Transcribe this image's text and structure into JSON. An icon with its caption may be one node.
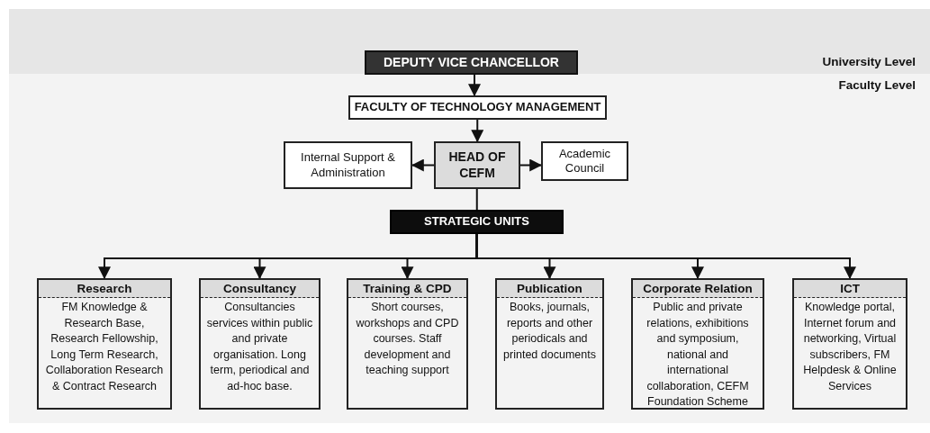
{
  "diagram": {
    "nodes": [
      {
        "text": [
          "DEPUTY VICE CHANCELLOR"
        ]
      },
      {
        "text": [
          "FACULTY OF TECHNOLOGY MANAGEMENT"
        ]
      },
      {
        "text": [
          "Internal Support & Administration"
        ]
      },
      {
        "text": [
          "HEAD OF CEFM"
        ]
      },
      {
        "text": [
          "Academic Council"
        ]
      },
      {
        "text": [
          "STRATEGIC UNITS"
        ]
      },
      {
        "text": [
          "Research",
          "FM Knowledge & Research Base, Research Fellowship, Long Term Research, Collaboration Research & Contract Research"
        ]
      },
      {
        "text": [
          "Consultancy",
          "Consultancies services within public and private organisation. Long term, periodical and ad-hoc base."
        ]
      },
      {
        "text": [
          "Training & CPD",
          "Short courses, workshops and CPD courses. Staff development and teaching support"
        ]
      },
      {
        "text": [
          "Publication",
          "Books, journals, reports and other periodicals and printed documents"
        ]
      },
      {
        "text": [
          "Corporate Relation",
          "Public and private relations, exhibitions and symposium, national and international collaboration, CEFM Foundation Scheme"
        ]
      },
      {
        "text": [
          "ICT",
          "Knowledge portal, Internet forum and networking, Virtual subscribers, FM Helpdesk & Online Services"
        ]
      }
    ],
    "edges": [
      {
        "from": 0,
        "to": 1,
        "arrow": "to"
      },
      {
        "from": 1,
        "to": 3,
        "arrow": "to"
      },
      {
        "from": 3,
        "to": 2,
        "arrow": "to"
      },
      {
        "from": 3,
        "to": 4,
        "arrow": "to"
      },
      {
        "from": 3,
        "to": 5,
        "arrow": "none"
      },
      {
        "from": 5,
        "to": 6,
        "arrow": "to"
      },
      {
        "from": 5,
        "to": 7,
        "arrow": "to"
      },
      {
        "from": 5,
        "to": 8,
        "arrow": "to"
      },
      {
        "from": 5,
        "to": 9,
        "arrow": "to"
      },
      {
        "from": 5,
        "to": 10,
        "arrow": "to"
      },
      {
        "from": 5,
        "to": 11,
        "arrow": "to"
      }
    ],
    "labels": [
      "University Level",
      "Faculty Level"
    ]
  }
}
